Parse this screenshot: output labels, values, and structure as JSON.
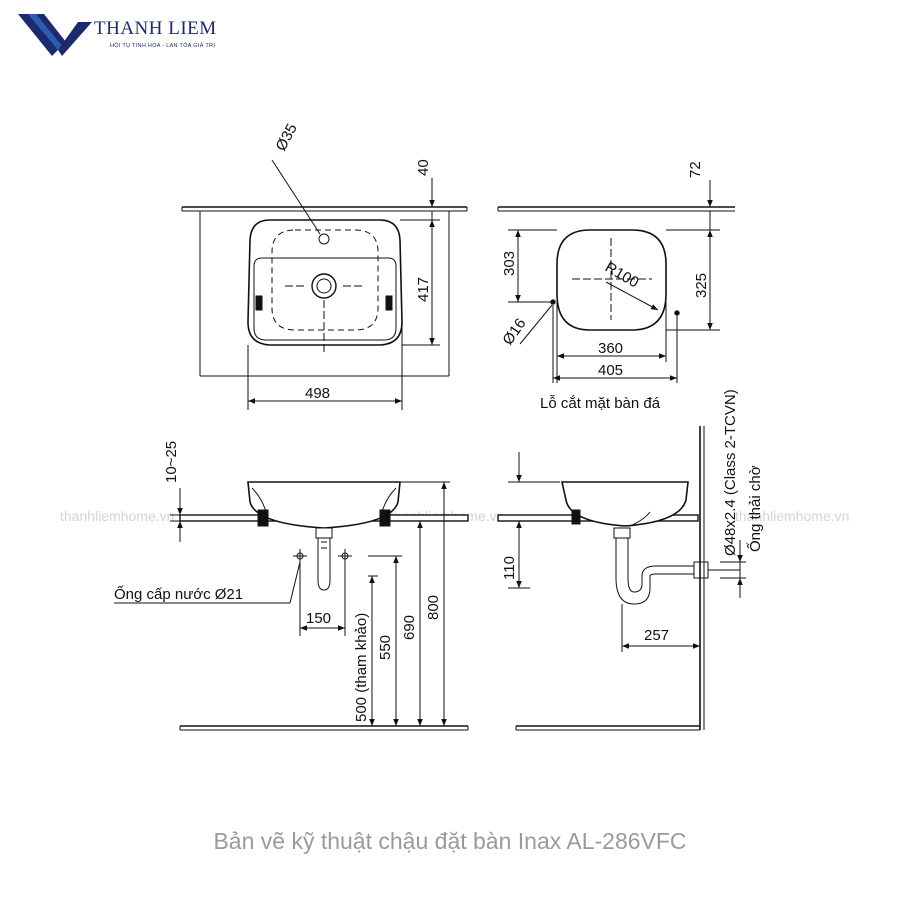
{
  "brand": {
    "name": "THANH LIEM",
    "tagline": "HỘI TỤ TINH HOA - LAN TỎA GIÁ TRỊ",
    "colors": {
      "primary": "#1e2a6e",
      "accent": "#2a5db0"
    }
  },
  "drawing": {
    "top_view": {
      "dim_width": "498",
      "dim_depth": "417",
      "dim_top_margin": "40",
      "dim_tap_hole": "Ø35"
    },
    "cutout_view": {
      "dim_height_top": "72",
      "dim_303": "303",
      "dim_325": "325",
      "dim_radius": "R100",
      "dim_hole": "Ø16",
      "dim_360": "360",
      "dim_405": "405",
      "label": "Lỗ cắt mặt bàn đá"
    },
    "front_view": {
      "dim_thickness": "10~25",
      "dim_150": "150",
      "dim_500": "500 (tham khảo)",
      "dim_550": "550",
      "dim_690": "690",
      "dim_800": "800",
      "label_supply": "Ống cấp nước Ø21"
    },
    "side_view": {
      "dim_110": "110",
      "dim_257": "257",
      "label_drain_pipe": "Ø48x2.4 (Class 2-TCVN)",
      "label_drain": "Ống thải chờ"
    },
    "watermark": "thanhliemhome.vn"
  },
  "caption": "Bản vẽ kỹ thuật chậu đặt bàn Inax AL-286VFC"
}
